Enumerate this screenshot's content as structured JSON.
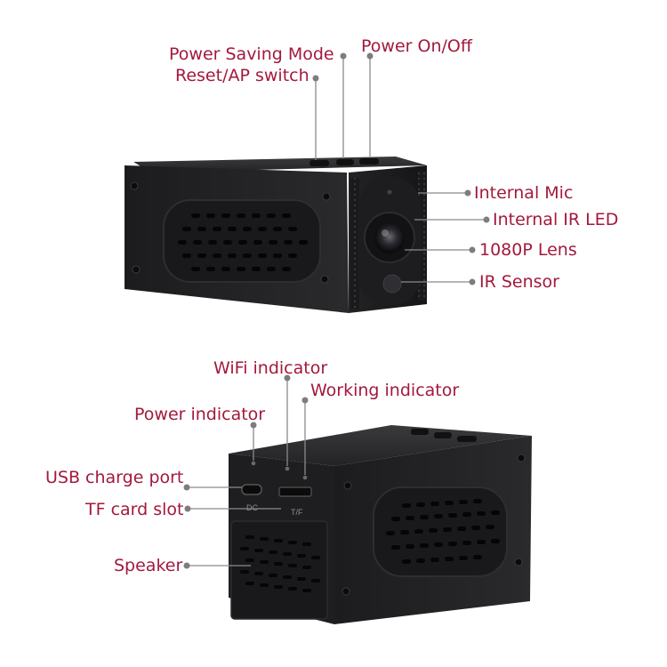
{
  "top_camera": {
    "labels": {
      "power_saving_mode": "Power Saving Mode",
      "reset_ap_switch": "Reset/AP switch",
      "power_on_off": "Power On/Off",
      "internal_mic": "Internal Mic",
      "internal_ir_led": "Internal IR LED",
      "lens": "1080P Lens",
      "ir_sensor": "IR Sensor"
    }
  },
  "bottom_camera": {
    "labels": {
      "wifi_indicator": "WiFi indicator",
      "working_indicator": "Working indicator",
      "power_indicator": "Power indicator",
      "usb_charge_port": "USB charge port",
      "tf_card_slot": "TF card slot",
      "speaker": "Speaker"
    },
    "port_marks": {
      "dc": "DC",
      "tf": "T/F"
    }
  },
  "colors": {
    "label_text": "#a3193d",
    "leader_line": "#8a8a8a",
    "body_dark": "#202022",
    "body_side": "#141416"
  }
}
